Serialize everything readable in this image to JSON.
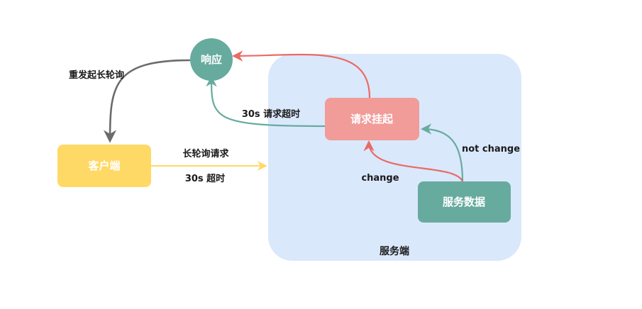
{
  "nodes": {
    "response": {
      "label": "响应"
    },
    "client": {
      "label": "客户端"
    },
    "request_pending": {
      "label": "请求挂起"
    },
    "service_data": {
      "label": "服务数据"
    }
  },
  "regions": {
    "server": {
      "label": "服务端"
    }
  },
  "edges": {
    "relaunch_long_poll": {
      "label": "重发起长轮询"
    },
    "long_poll_request": {
      "label": "长轮询请求"
    },
    "timeout_30s_client": {
      "label": "30s 超时"
    },
    "timeout_30s_request": {
      "label": "30s 请求超时"
    },
    "not_change": {
      "label": "not change"
    },
    "change": {
      "label": "change"
    }
  },
  "colors": {
    "server_region_fill": "#dae8fc",
    "response_fill": "#67ab9f",
    "client_fill": "#ffd966",
    "request_pending_fill": "#f19c99",
    "service_data_fill": "#67ab9f",
    "arrow_red": "#ea6b66",
    "arrow_teal": "#67ab9f",
    "arrow_gray": "#6b6b6b",
    "arrow_yellow": "#ffd966"
  }
}
